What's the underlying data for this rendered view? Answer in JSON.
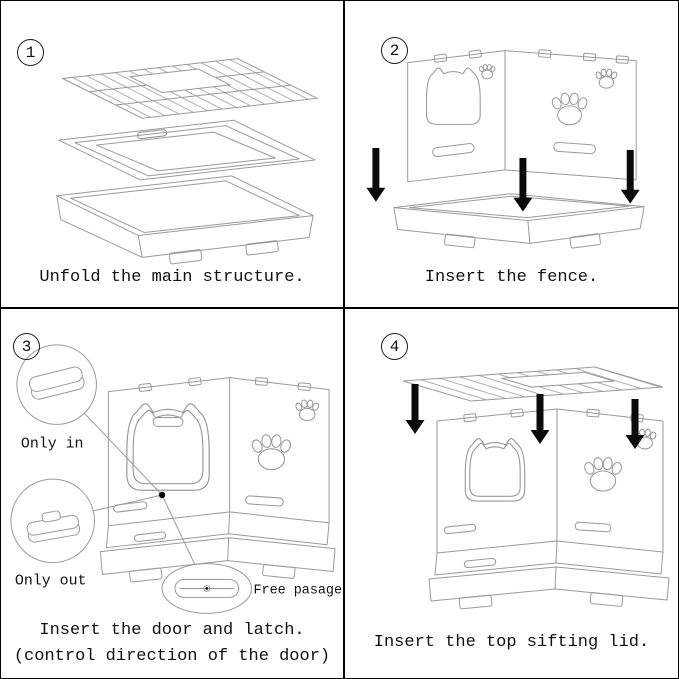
{
  "colors": {
    "line_art": "#9a9a9a",
    "arrow": "#000000",
    "text": "#111111",
    "divider": "#000000"
  },
  "steps": [
    {
      "number": "1",
      "caption": "Unfold the main structure."
    },
    {
      "number": "2",
      "caption": "Insert the fence."
    },
    {
      "number": "3",
      "caption": "Insert the door and latch.",
      "caption2": "(control direction of the door)",
      "labels": {
        "only_in": "Only in",
        "only_out": "Only out",
        "free_passage": "Free pasage"
      }
    },
    {
      "number": "4",
      "caption": "Insert the top sifting lid."
    }
  ]
}
